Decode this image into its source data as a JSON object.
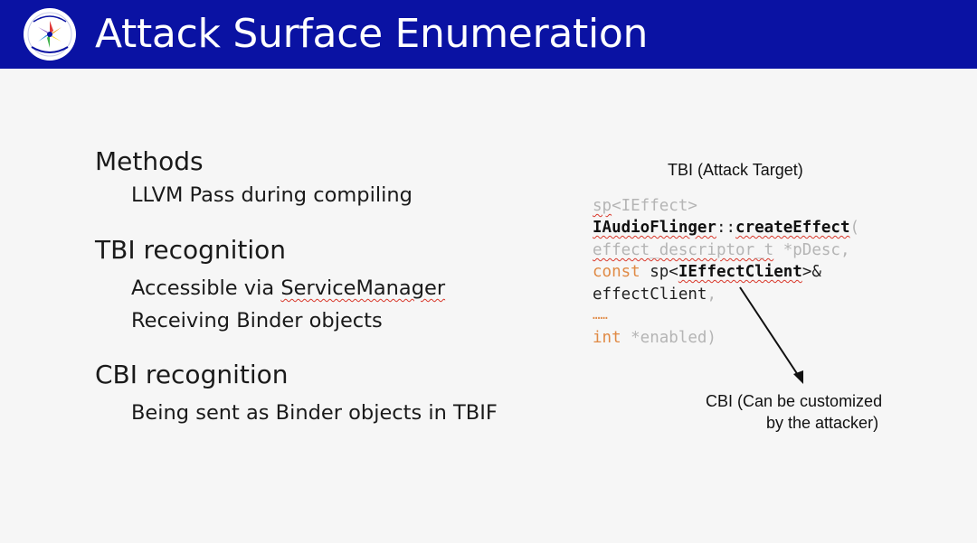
{
  "slide": {
    "title": "Attack Surface Enumeration"
  },
  "sections": [
    {
      "heading": "Methods",
      "items": [
        "LLVM Pass during compiling"
      ]
    },
    {
      "heading": "TBI recognition",
      "items_prefix": "Accessible via ",
      "items_squiggle": "ServiceManager",
      "item2": "Receiving Binder objects"
    },
    {
      "heading": "CBI recognition",
      "items": [
        "Being sent as Binder objects in TBIF"
      ]
    }
  ],
  "code": {
    "line1_a": "sp",
    "line1_b": "<IEffect>",
    "line2_a": "IAudioFlinger",
    "line2_b": "::",
    "line2_c": "createEffect",
    "line2_d": "(",
    "line3_a": "effect_descriptor_t",
    "line3_b": " *pDesc,",
    "line4_a": "const",
    "line4_b": " sp<",
    "line4_c": "IEffectClient",
    "line4_d": ">&",
    "line5_a": "effectClient",
    "line5_b": ",",
    "line6": "……",
    "line7_a": "int",
    "line7_b": " *enabled)"
  },
  "labels": {
    "tbi_target": "TBI (Attack Target)",
    "cbi_line1": "CBI (Can be customized",
    "cbi_line2": "by the attacker)"
  },
  "colors": {
    "header_bg": "#0a12a3",
    "keyword_orange": "#e08a45",
    "code_gray": "#b5b5b5",
    "squiggle_red": "#d9382b"
  },
  "icons": {
    "logo": "inforsec-logo-icon"
  }
}
